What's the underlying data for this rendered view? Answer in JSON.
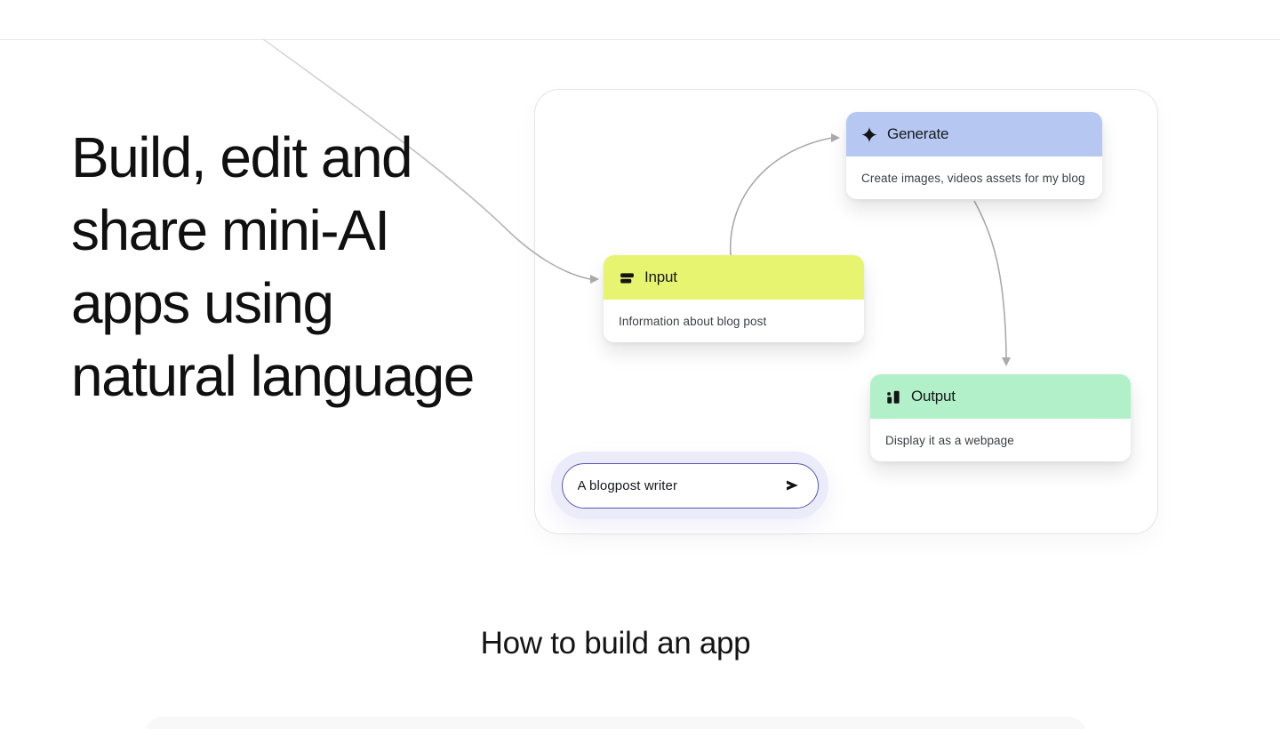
{
  "colors": {
    "input_header": "#e7f470",
    "generate_header": "#b6c8f2",
    "output_header": "#b2f0c9",
    "pill_border": "#5556bb",
    "pill_glow": "#ebebf9",
    "connector": "#a9a9ae",
    "card_border": "#e4e4e8",
    "section_bg": "#f8f8f9",
    "icon": "#141414"
  },
  "hero": {
    "headline_lines": [
      "Build, edit and",
      "share mini-AI",
      "apps using",
      "natural language"
    ],
    "diagram": {
      "nodes": [
        {
          "label": "Input",
          "description": "Information about blog post",
          "icon": "text-lines-icon"
        },
        {
          "label": "Generate",
          "description": "Create images, videos assets for my blog",
          "icon": "sparkle-icon"
        },
        {
          "label": "Output",
          "description": "Display it as a webpage",
          "icon": "bar-chart-icon"
        }
      ],
      "prompt": {
        "value": "A blogpost writer",
        "send_icon": "send-icon"
      }
    }
  },
  "section": {
    "heading": "How to build an app"
  }
}
